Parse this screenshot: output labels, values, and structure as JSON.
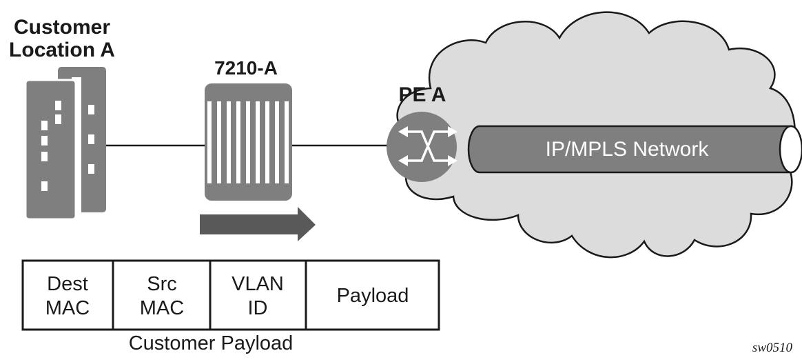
{
  "labels": {
    "customer_location_line1": "Customer",
    "customer_location_line2": "Location A",
    "device": "7210-A",
    "pe_router": "PE A",
    "network": "IP/MPLS Network",
    "figure_id": "sw0510"
  },
  "frame": {
    "fields": [
      {
        "line1": "Dest",
        "line2": "MAC"
      },
      {
        "line1": "Src",
        "line2": "MAC"
      },
      {
        "line1": "VLAN",
        "line2": "ID"
      },
      {
        "line1": "Payload",
        "line2": ""
      }
    ],
    "caption": "Customer Payload"
  },
  "icons": {
    "building": "office-building-icon",
    "device": "switch-chassis-icon",
    "router": "router-icon",
    "cloud": "cloud-icon",
    "tunnel": "tunnel-pipe-icon",
    "arrow": "direction-arrow-icon"
  },
  "colors": {
    "gray_dark": "#7f7f80",
    "gray_cloud": "#dcdcdd",
    "gray_arrow": "#595959",
    "line": "#1a1a1a"
  }
}
